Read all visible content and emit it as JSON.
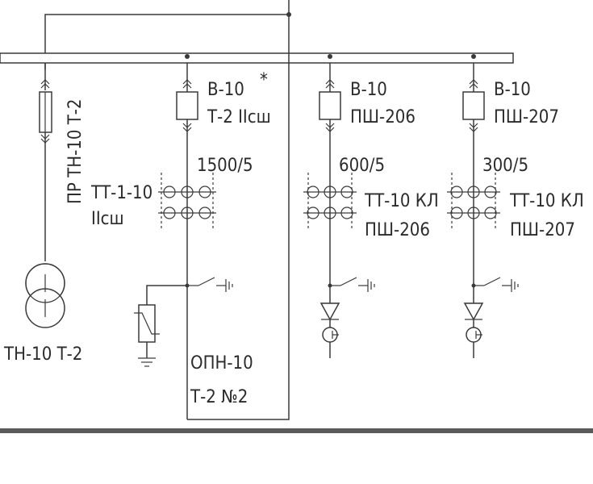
{
  "tn": {
    "fuse_label": "ПР ТН-10 Т-2",
    "transformer_label": "ТН-10 Т-2"
  },
  "feeder1": {
    "breaker_line1": "В-10",
    "breaker_line2": "Т-2 IIсш",
    "star": "*",
    "ratio": "1500/5",
    "ct_line1": "ТТ-1-10",
    "ct_line2": "IIсш",
    "arrester_line1": "ОПН-10",
    "arrester_line2": "Т-2 №2"
  },
  "feeder2": {
    "breaker_line1": "В-10",
    "breaker_line2": "ПШ-206",
    "ratio": "600/5",
    "ct_line1": "ТТ-10 КЛ",
    "ct_line2": "ПШ-206"
  },
  "feeder3": {
    "breaker_line1": "В-10",
    "breaker_line2": "ПШ-207",
    "ratio": "300/5",
    "ct_line1": "ТТ-10 КЛ",
    "ct_line2": "ПШ-207"
  }
}
